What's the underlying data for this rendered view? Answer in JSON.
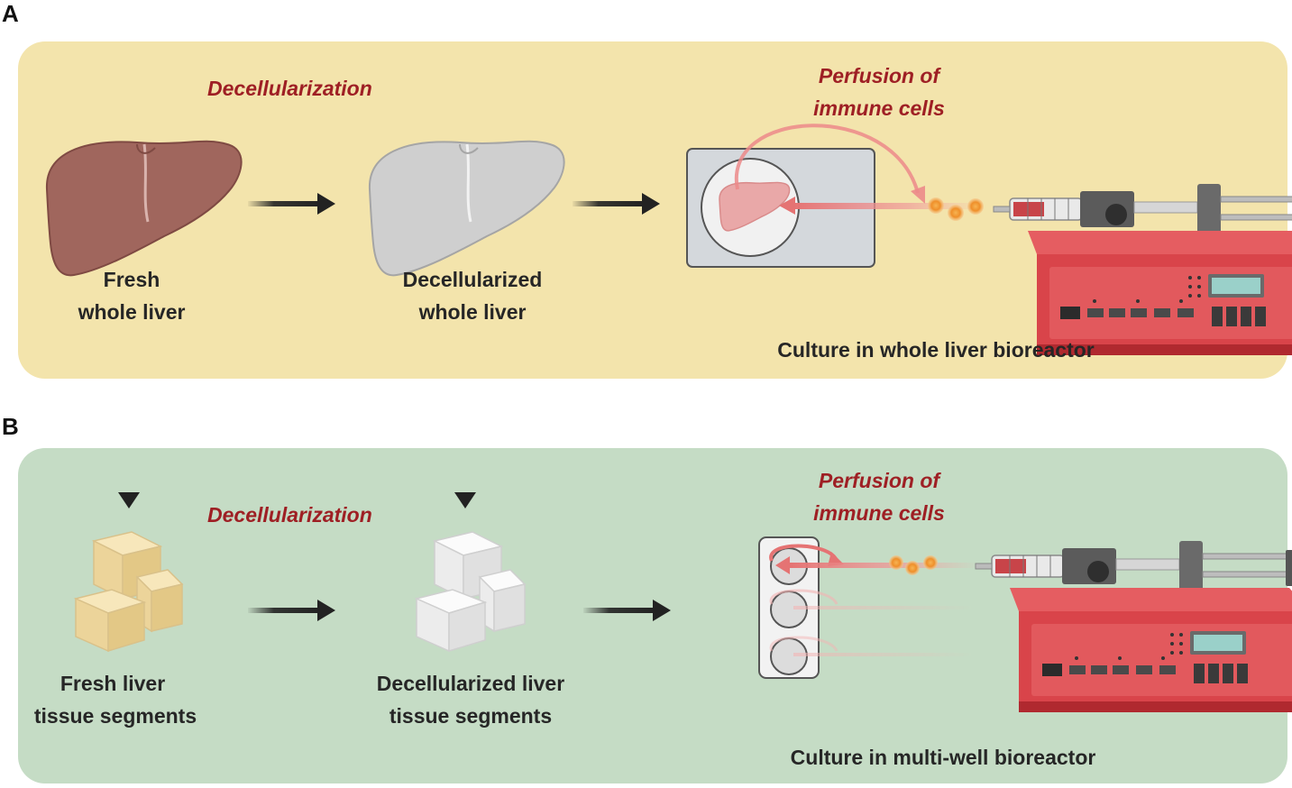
{
  "panels": {
    "a": {
      "letter": "A",
      "process_label": "Decellularization",
      "fresh_line1": "Fresh",
      "fresh_line2": "whole liver",
      "decell_line1": "Decellularized",
      "decell_line2": "whole liver",
      "perfusion_line1": "Perfusion of",
      "perfusion_line2": "immune cells",
      "culture_label": "Culture in whole liver bioreactor"
    },
    "b": {
      "letter": "B",
      "process_label": "Decellularization",
      "fresh_line1": "Fresh liver",
      "fresh_line2": "tissue segments",
      "decell_line1": "Decellularized liver",
      "decell_line2": "tissue segments",
      "perfusion_line1": "Perfusion of",
      "perfusion_line2": "immune cells",
      "culture_label": "Culture in multi-well bioreactor"
    }
  },
  "colors": {
    "panel_a_bg": "#f3e4ac",
    "panel_b_bg": "#c5dcc5",
    "accent_red_text": "#9e1f24",
    "fresh_liver": "#a0665d",
    "decell_liver": "#cfcfcf",
    "fresh_tissue": "#f0dca8",
    "decell_tissue": "#f2f2f2",
    "pump_body": "#d9444a"
  },
  "icons": {
    "fresh_liver": "liver-icon",
    "decell_liver": "decellularized-liver-icon",
    "fresh_tissue": "tissue-cubes-icon",
    "decell_tissue": "decellularized-cubes-icon",
    "pump": "syringe-pump-icon",
    "chamber": "bioreactor-chamber-icon",
    "multiwell": "multi-well-plate-icon"
  }
}
